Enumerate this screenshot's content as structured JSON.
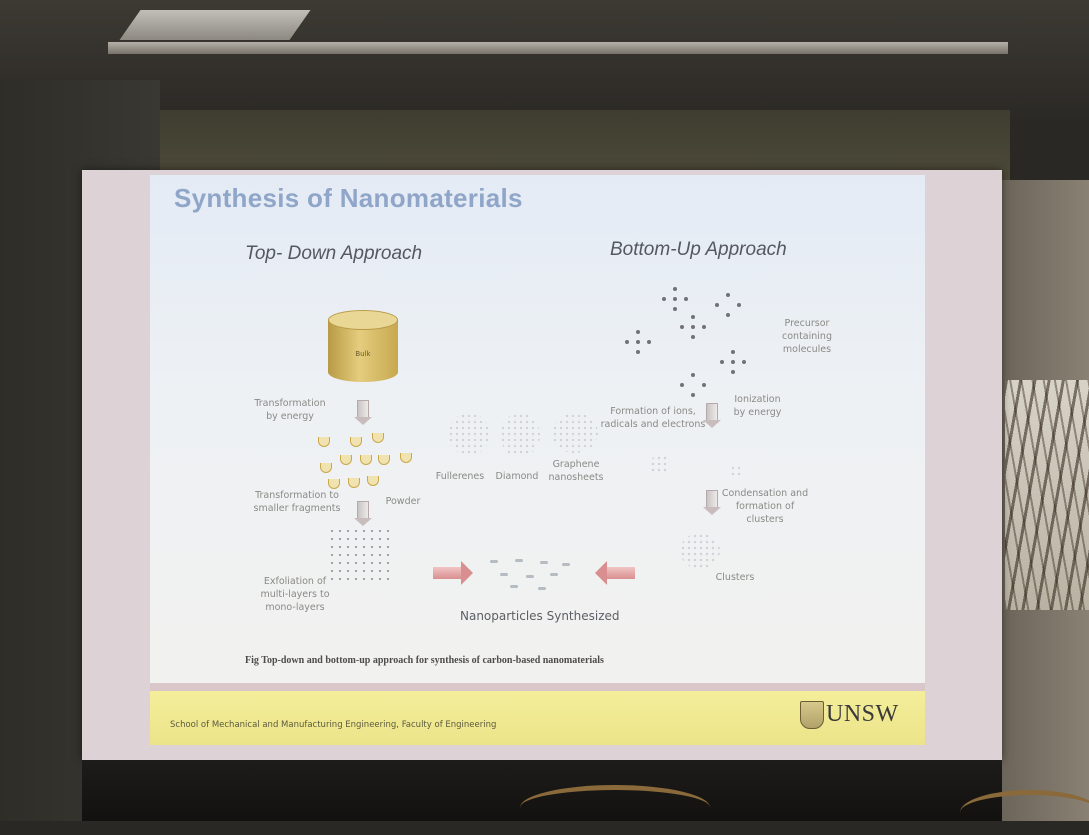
{
  "slide": {
    "title": "Synthesis of Nanomaterials",
    "top_down": {
      "heading": "Top- Down Approach",
      "bulk_label": "Bulk",
      "transformation_energy": "Transformation by energy",
      "powder": "Powder",
      "transformation_fragments": "Transformation to smaller fragments",
      "exfoliation": "Exfoliation of multi-layers to mono-layers"
    },
    "bottom_up": {
      "heading": "Bottom-Up Approach",
      "precursor": "Precursor containing molecules",
      "ionization": "Ionization by energy",
      "formation_ions": "Formation of ions, radicals and electrons",
      "condensation": "Condensation and formation of clusters",
      "clusters": "Clusters"
    },
    "center": {
      "fullerenes": "Fullerenes",
      "diamond": "Diamond",
      "graphene": "Graphene nanosheets",
      "nanoparticles": "Nanoparticles Synthesized"
    },
    "caption": "Fig Top-down and bottom-up approach for synthesis of carbon-based nanomaterials",
    "footer": {
      "school": "School of Mechanical and Manufacturing Engineering, Faculty of Engineering",
      "logo": "UNSW"
    }
  },
  "colors": {
    "title": "#8fa6c9",
    "footer_bg": "#f4ee9a",
    "arrow": "#d98f8f",
    "bulk": "#e4cd7e"
  }
}
